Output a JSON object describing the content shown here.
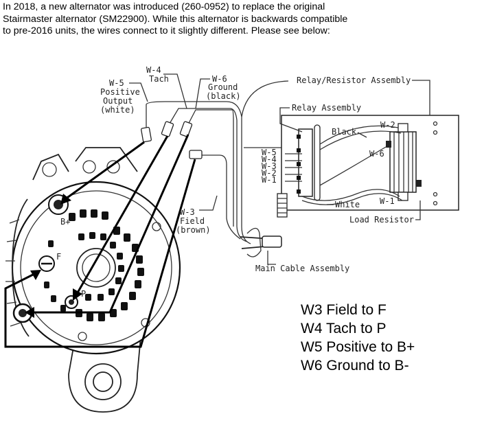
{
  "intro": {
    "line1": "In 2018, a new alternator was introduced (260-0952) to replace the original",
    "line2": "Stairmaster alternator (SM22900). While this alternator is backwards compatible",
    "line3": "to pre-2016 units, the wires connect to it slightly different. Please see below:"
  },
  "labels": {
    "w4": "W-4",
    "w4_sub": "Tach",
    "w5": "W-5",
    "w5_sub1": "Positive",
    "w5_sub2": "Output",
    "w5_sub3": "(white)",
    "w6": "W-6",
    "w6_sub1": "Ground",
    "w6_sub2": "(black)",
    "w3": "W-3",
    "w3_sub1": "Field",
    "w3_sub2": "(brown)",
    "relay_resistor": "Relay/Resistor Assembly",
    "relay": "Relay Assembly",
    "black": "Black",
    "w2": "W-2",
    "w6b": "W-6",
    "w1": "W-1",
    "white": "White",
    "load_resistor": "Load Resistor",
    "main_cable": "Main Cable Assembly",
    "stack": [
      "W-5",
      "W-4",
      "W-3",
      "W-2",
      "W-1"
    ],
    "bplus": "B+",
    "f": "F",
    "p": "P"
  },
  "legend": {
    "line1": "W3 Field to F",
    "line2": "W4 Tach to P",
    "line3": "W5 Positive to B+",
    "line4": "W6 Ground to B-"
  }
}
